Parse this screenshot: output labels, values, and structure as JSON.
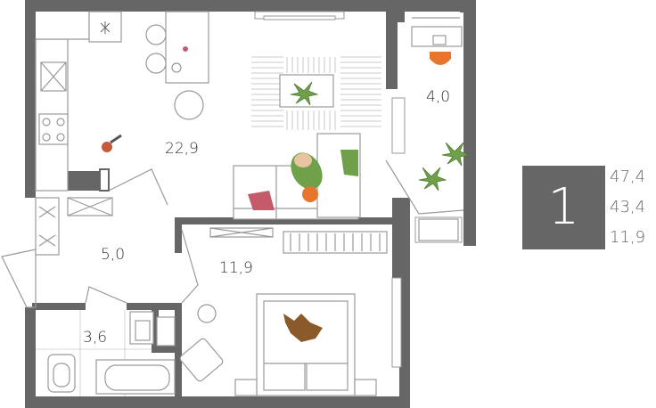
{
  "rooms": {
    "living_kitchen": "22,9",
    "balcony": "4,0",
    "hall": "5,0",
    "bedroom": "11,9",
    "bathroom": "3,6"
  },
  "summary": {
    "room_count": "1",
    "total_area": "47,4",
    "living_area": "43,4",
    "room_area": "11,9"
  },
  "colors": {
    "wall": "#666666",
    "badge": "#666666",
    "stroke": "#999999",
    "plant": "#6fa14a",
    "pillow": "#c45a6a",
    "chair": "#e8752e"
  },
  "icons": [
    "fan-icon",
    "stove-icon",
    "sink-icon",
    "toilet-icon",
    "bathtub-icon",
    "plant-icon",
    "tv-icon",
    "dog-icon",
    "cat-icon",
    "person-icon",
    "wardrobe-icon",
    "balcony-chair-icon"
  ]
}
